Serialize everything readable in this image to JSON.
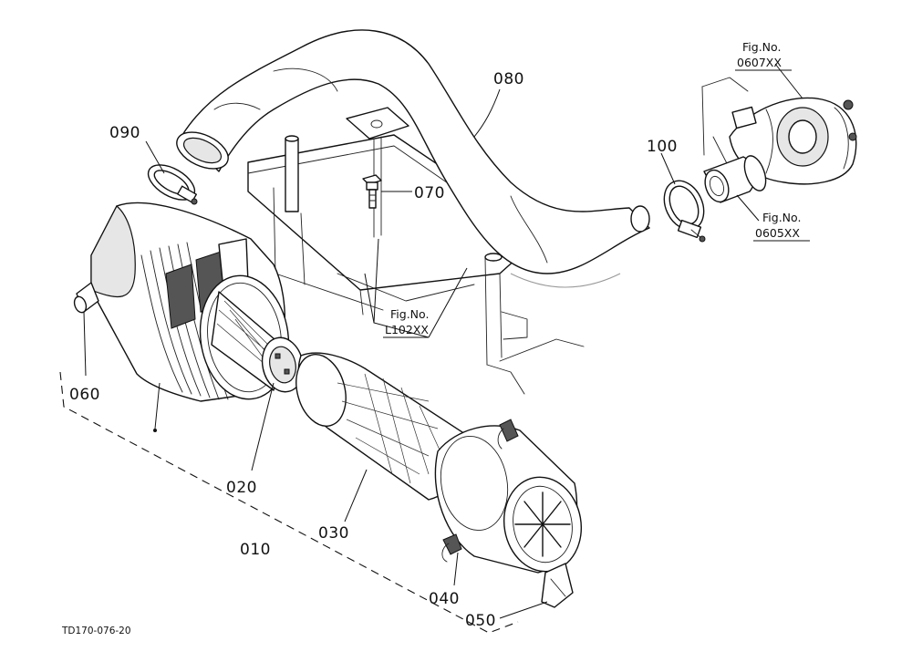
{
  "labels": {
    "p010": "010",
    "p020": "020",
    "p030": "030",
    "p040": "040",
    "p050": "050",
    "p060": "060",
    "p070": "070",
    "p080": "080",
    "p090": "090",
    "p100": "100"
  },
  "refs": {
    "l102": {
      "caption": "Fig.No.",
      "number": "L102XX"
    },
    "r0607": {
      "caption": "Fig.No.",
      "number": "0607XX"
    },
    "r0605": {
      "caption": "Fig.No.",
      "number": "0605XX"
    }
  },
  "footer": {
    "code": "TD170-076-20"
  }
}
